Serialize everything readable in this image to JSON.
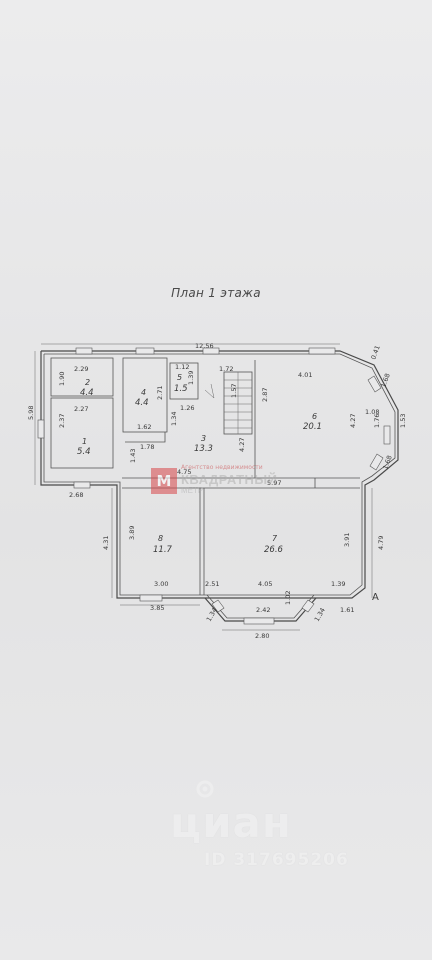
{
  "title": "План 1 этажа",
  "corner_label": "A",
  "rooms": [
    {
      "id": "1",
      "area": "5.4"
    },
    {
      "id": "2",
      "area": "4.4"
    },
    {
      "id": "3",
      "area": "13.3"
    },
    {
      "id": "4",
      "area": "4.4"
    },
    {
      "id": "5",
      "area": "1.5"
    },
    {
      "id": "6",
      "area": "20.1"
    },
    {
      "id": "7",
      "area": "26.6"
    },
    {
      "id": "8",
      "area": "11.7"
    }
  ],
  "dimensions": {
    "overall_width": "12.56",
    "left_side": "5.98",
    "r2_width": "2.29",
    "r2_height": "1.90",
    "r1_width": "2.27",
    "r1_height": "2.37",
    "r1_bottom": "2.68",
    "r4_height": "2.71",
    "r4_bottom": "1.62",
    "r5_width": "1.12",
    "r5_height": "1.39",
    "r5_bottom": "1.26",
    "corr_a": "1.34",
    "corr_b": "1.78",
    "corr_c": "1.43",
    "corr_d": "4.75",
    "stair_top": "1.72",
    "stair_side": "4.27",
    "stair_w": "1.57",
    "r6_width": "4.01",
    "r6_left": "2.87",
    "r6_right": "4.27",
    "bay_a": "0.41",
    "bay_b": "1.68",
    "bay_c": "1.08",
    "bay_d": "1.76",
    "bay_e": "1.53",
    "bay_f": "1.68",
    "r7_top": "5.97",
    "r7_left": "3.91",
    "r7_right": "4.79",
    "r7_bottom": "4.05",
    "r7_inner": "2.51",
    "r7_side": "1.39",
    "bay7_a": "1.34",
    "bay7_b": "2.42",
    "bay7_c": "1.02",
    "bay7_d": "1.34",
    "bay7_e": "1.61",
    "bay7_w": "2.80",
    "r8_height": "3.89",
    "r8_bottom": "3.00",
    "r8_outer": "3.85",
    "left_lower": "4.31"
  },
  "agency": {
    "logo": "М",
    "line1": "Агентство недвижимости",
    "line2": "КВАДРАТНЫЙ",
    "line3": "МЕТР"
  },
  "watermark": {
    "brand": "циан",
    "id_text": "ID 317695206"
  }
}
